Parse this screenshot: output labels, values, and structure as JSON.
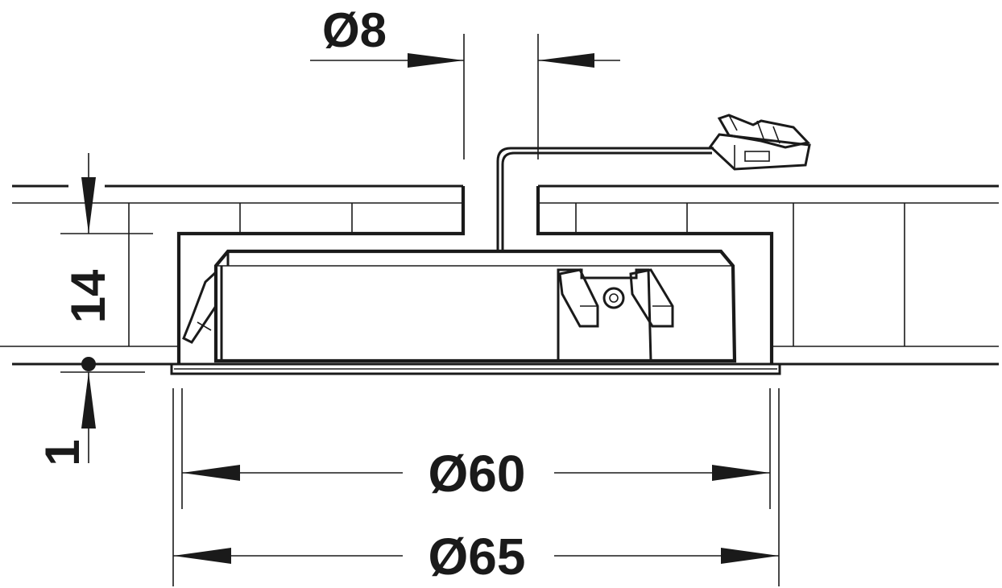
{
  "diagram": {
    "kind": "technical-drawing",
    "subject": "recessed-downlight-section",
    "colors": {
      "ink": "#1a1a1a",
      "paper": "#ffffff"
    },
    "dimensions": {
      "cable_diameter": "Ø8",
      "cutout_diameter": "Ø60",
      "outer_diameter": "Ø65",
      "installation_depth": "14",
      "bezel_height": "1"
    }
  }
}
